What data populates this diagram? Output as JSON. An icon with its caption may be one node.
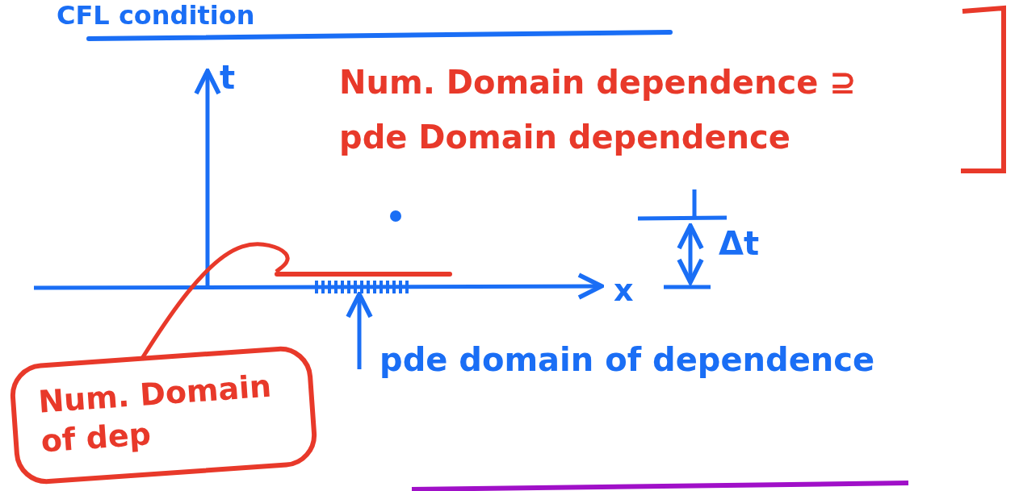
{
  "diagram": {
    "title": "CFL condition",
    "nodes": [
      {
        "text": [
          "Num. Domain of dep"
        ]
      },
      {
        "text": [],
        "shape": "bar"
      },
      {
        "text": [
          "pde domain of dependence"
        ]
      },
      {
        "text": [],
        "shape": "bar"
      }
    ],
    "edges": [
      {
        "from": 0,
        "to": 1,
        "arrow": "none",
        "color": "#e8392a"
      },
      {
        "from": 2,
        "to": 3,
        "arrow": "to",
        "color": "#1a6ef5"
      }
    ],
    "labels": [
      "Num. Domain dependence ⊇ pde Domain dependence",
      "t",
      "x",
      "Δt"
    ]
  }
}
